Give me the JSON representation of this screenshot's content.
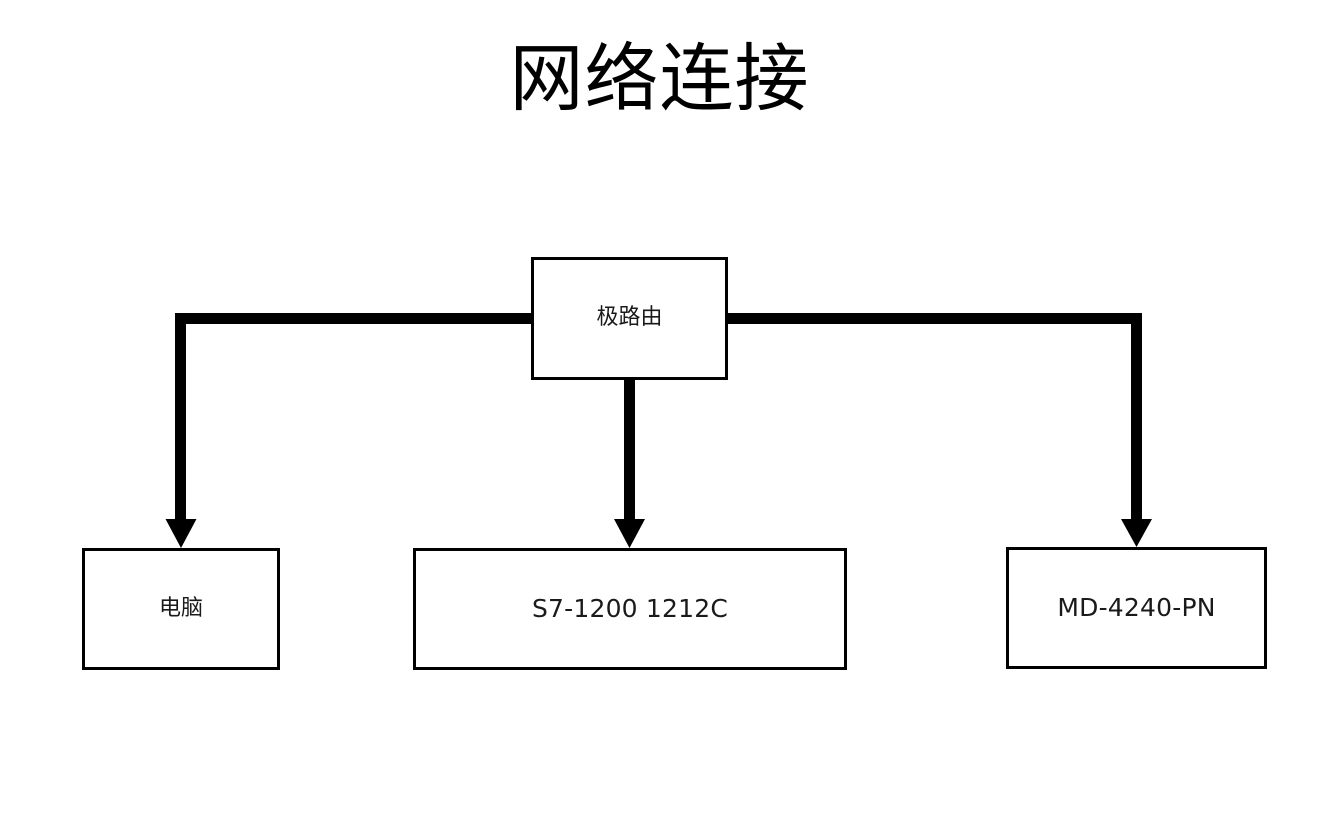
{
  "diagram": {
    "title": "网络连接",
    "type": "network-topology",
    "background_color": "#ffffff",
    "line_color": "#000000",
    "text_color": "#000000",
    "nodes": [
      {
        "id": "router",
        "label": "极路由",
        "role": "hub",
        "script": "han"
      },
      {
        "id": "pc",
        "label": "电脑",
        "role": "endpoint",
        "script": "han"
      },
      {
        "id": "plc",
        "label": "S7-1200 1212C",
        "role": "endpoint",
        "script": "latin"
      },
      {
        "id": "md",
        "label": "MD-4240-PN",
        "role": "endpoint",
        "script": "latin"
      }
    ],
    "edges": [
      {
        "from": "router",
        "to": "pc",
        "style": "elbow-left",
        "arrow": "to"
      },
      {
        "from": "router",
        "to": "plc",
        "style": "straight-down",
        "arrow": "to"
      },
      {
        "from": "router",
        "to": "md",
        "style": "elbow-right",
        "arrow": "to"
      }
    ]
  }
}
